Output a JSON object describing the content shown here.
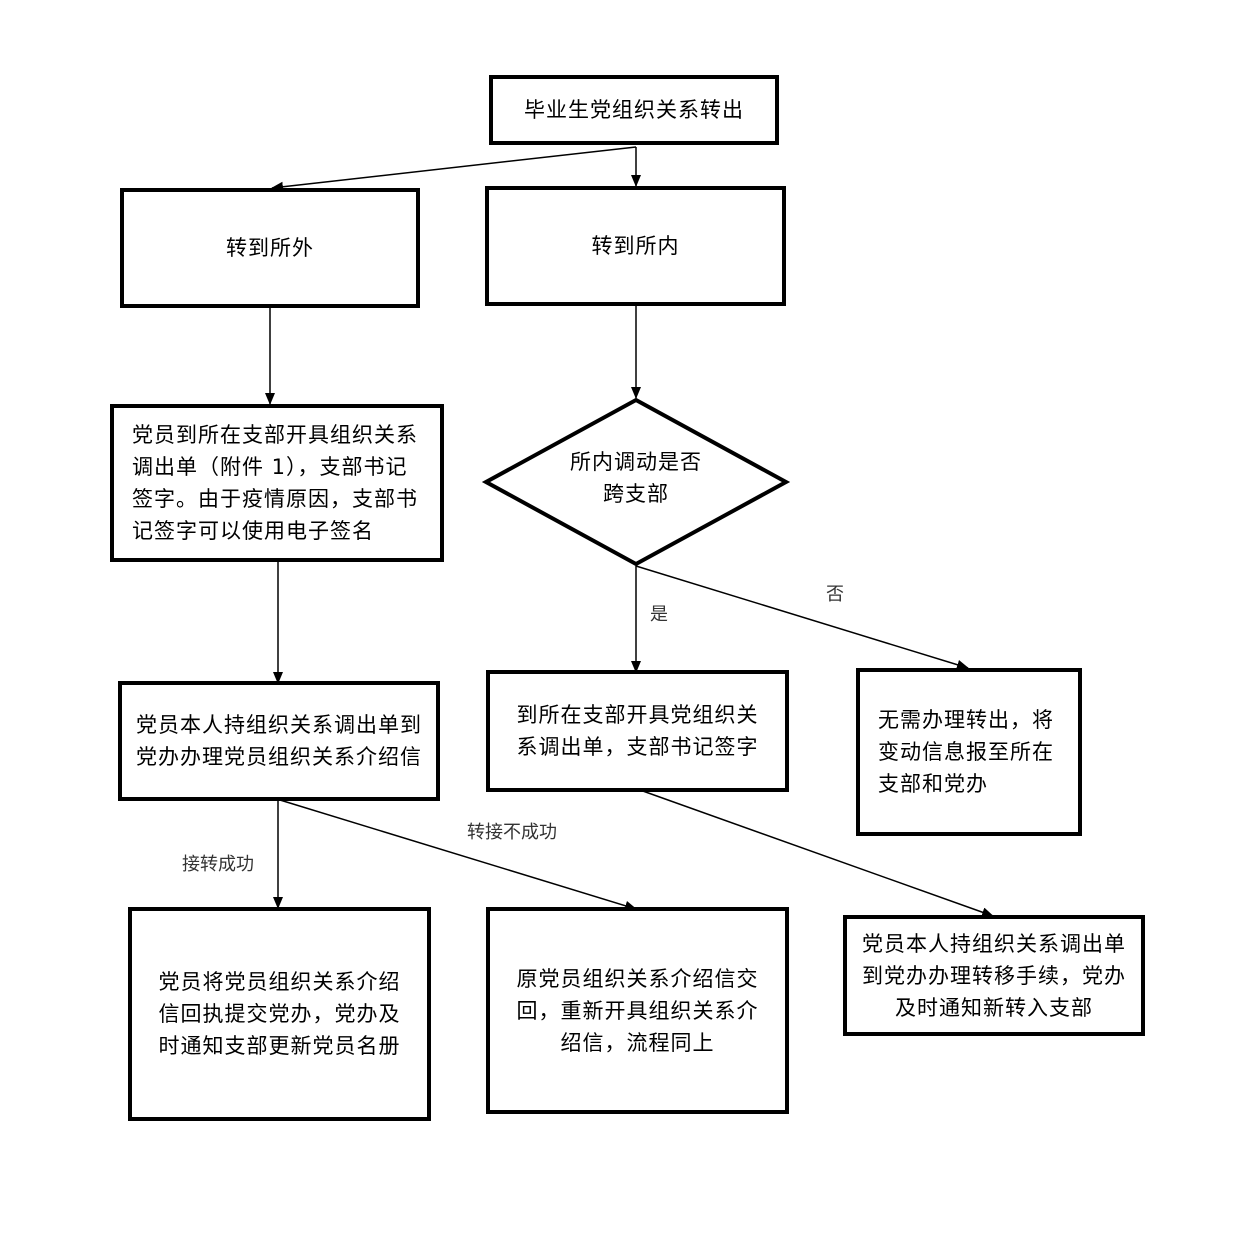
{
  "nodes": {
    "start": "毕业生党组织关系转出",
    "outside": "转到所外",
    "inside": "转到所内",
    "out_step1": "党员到所在支部开具组织关系调出单（附件 1），支部书记签字。由于疫情原因，支部书记签字可以使用电子签名",
    "out_step2": "党员本人持组织关系调出单到党办办理党员组织关系介绍信",
    "decision": "所内调动是否跨支部",
    "in_yes": "到所在支部开具党组织关系调出单，支部书记签字",
    "in_no": "无需办理转出，将变动信息报至所在支部和党办",
    "success": "党员将党员组织关系介绍信回执提交党办，党办及时通知支部更新党员名册",
    "fail": "原党员组织关系介绍信交回，重新开具组织关系介绍信，流程同上",
    "in_final": "党员本人持组织关系调出单到党办办理转移手续，党办及时通知新转入支部"
  },
  "edges": {
    "yes": "是",
    "no": "否",
    "success": "接转成功",
    "fail": "转接不成功"
  }
}
